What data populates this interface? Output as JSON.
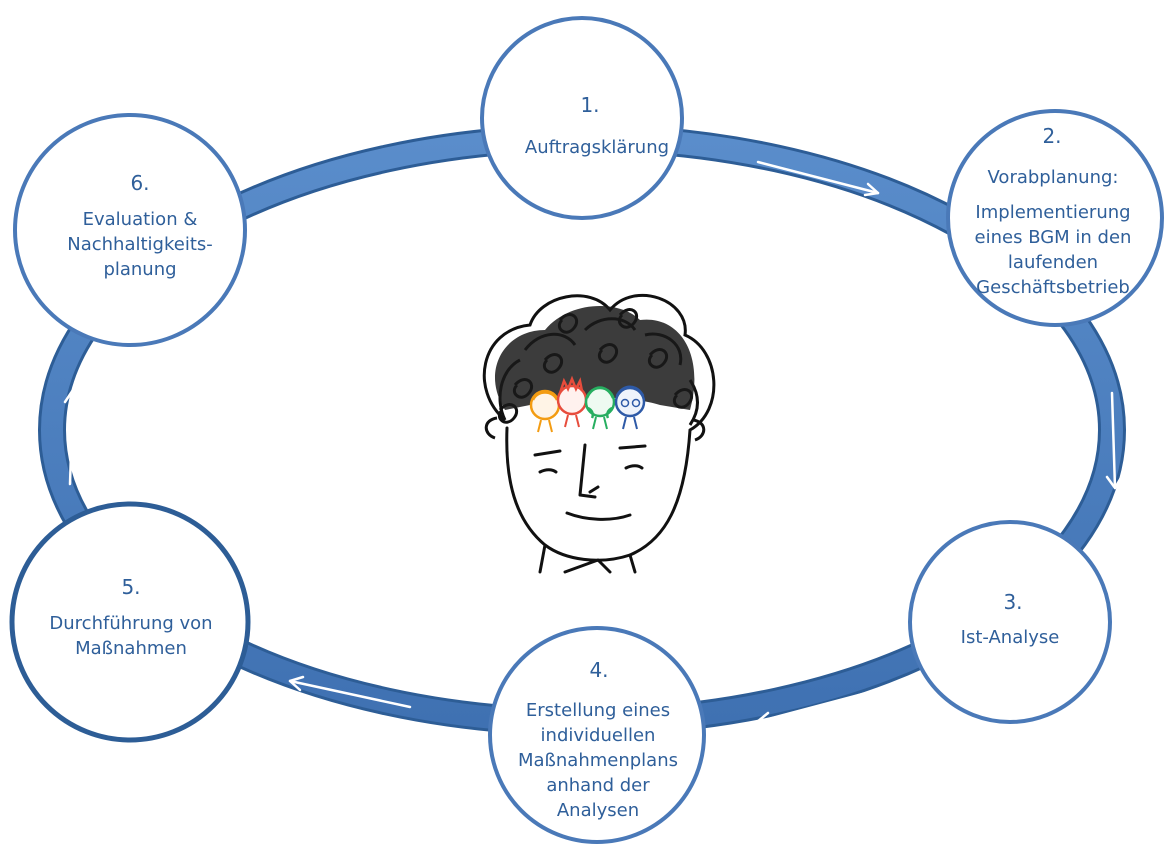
{
  "diagram": {
    "colors": {
      "ring": "#4f81bd",
      "ring_edge": "#2d5d96",
      "circle_stroke": "#4a79b8",
      "text": "#2f5f9a",
      "arrow": "#ffffff"
    },
    "center_image": {
      "icon": "cartoon-face-with-team-icons-illustration"
    },
    "steps": [
      {
        "number": "1.",
        "lines": [
          "Auftragsklärung"
        ]
      },
      {
        "number": "2.",
        "lines": [
          "Vorabplanung:",
          "Implementierung",
          "eines BGM in den",
          "laufenden",
          "Geschäftsbetrieb"
        ]
      },
      {
        "number": "3.",
        "lines": [
          "Ist-Analyse"
        ]
      },
      {
        "number": "4.",
        "lines": [
          "Erstellung eines",
          "individuellen",
          "Maßnahmenplans",
          "anhand der",
          "Analysen"
        ]
      },
      {
        "number": "5.",
        "lines": [
          "Durchführung von",
          "Maßnahmen"
        ]
      },
      {
        "number": "6.",
        "lines": [
          "Evaluation &",
          "Nachhaltigkeits-",
          "planung"
        ]
      }
    ]
  }
}
